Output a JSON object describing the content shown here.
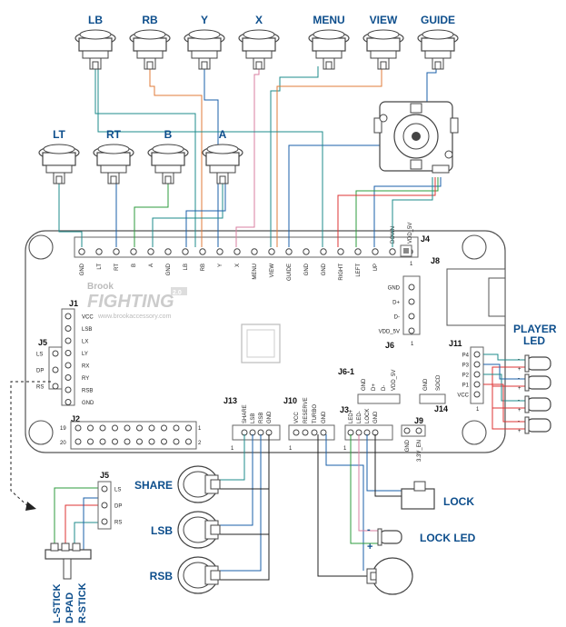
{
  "top_buttons": [
    "LB",
    "RB",
    "Y",
    "X",
    "MENU",
    "VIEW",
    "GUIDE"
  ],
  "mid_buttons": [
    "LT",
    "RT",
    "B",
    "A"
  ],
  "bottom_header_pins": [
    "GND",
    "LT",
    "RT",
    "B",
    "A",
    "GND",
    "LB",
    "RB",
    "Y",
    "X",
    "MENU",
    "VIEW",
    "GUIDE",
    "GND",
    "GND",
    "RIGHT",
    "LEFT",
    "UP",
    "DOWN",
    "VDD_5V"
  ],
  "board": {
    "brand_line1": "Brook",
    "brand_line2": "FIGHTING",
    "brand_badge": "2.0",
    "website": "www.brookaccessory.com"
  },
  "j1": {
    "label": "J1",
    "pins": [
      "VCC",
      "LSB",
      "LX",
      "LY",
      "RX",
      "RY",
      "RSB",
      "GND"
    ]
  },
  "j5": {
    "label": "J5",
    "pins": [
      "LS",
      "DP",
      "RS"
    ]
  },
  "j2": {
    "label": "J2",
    "n19": "19",
    "n20": "20",
    "n1": "1",
    "n2": "2"
  },
  "j4": {
    "label": "J4",
    "pin1": "1"
  },
  "j8": {
    "label": "J8",
    "pins": [
      "GND",
      "D+",
      "D-",
      "VDD_5V"
    ]
  },
  "j6": {
    "label": "J6",
    "pin1": "1"
  },
  "j61": {
    "label": "J6-1",
    "pins": [
      "GND",
      "D+",
      "D-",
      "VDD_5V"
    ]
  },
  "j14": {
    "label": "J14",
    "pins": [
      "GND",
      "SOCD"
    ]
  },
  "j11": {
    "label": "J11",
    "pins": [
      "P4",
      "P3",
      "P2",
      "P1",
      "VCC"
    ],
    "pin1": "1"
  },
  "j13": {
    "label": "J13",
    "pins": [
      "SHARE",
      "LSB",
      "RSB",
      "GND"
    ],
    "pin1": "1"
  },
  "j10": {
    "label": "J10",
    "pins": [
      "VCC",
      "RESERVE",
      "TURBO",
      "GND"
    ],
    "pin1": "1"
  },
  "j3": {
    "label": "J3",
    "pins": [
      "LED+",
      "LED-",
      "LOCK",
      "GND"
    ],
    "pin1": "1"
  },
  "j9": {
    "label": "J9",
    "pins": [
      "GND",
      "3.3V_EN"
    ]
  },
  "player_led": [
    "PLAYER",
    "LED"
  ],
  "bottom_buttons": [
    "SHARE",
    "LSB",
    "RSB"
  ],
  "lock_label": "LOCK",
  "lock_led_label": "LOCK LED",
  "led_plus": "+",
  "led_minus": "-",
  "j5_ext": {
    "label": "J5",
    "pins": [
      "LS",
      "DP",
      "RS"
    ]
  },
  "switch_labels": [
    "L-STICK",
    "D-PAD",
    "R-STICK"
  ],
  "colors": {
    "wire_orange": "#e07b39",
    "wire_teal": "#1d8b8b",
    "wire_blue": "#1a5fa8",
    "wire_pink": "#d87fa0",
    "wire_green": "#2c9b3d",
    "wire_red": "#d33",
    "label_blue": "#0d4e8c"
  }
}
